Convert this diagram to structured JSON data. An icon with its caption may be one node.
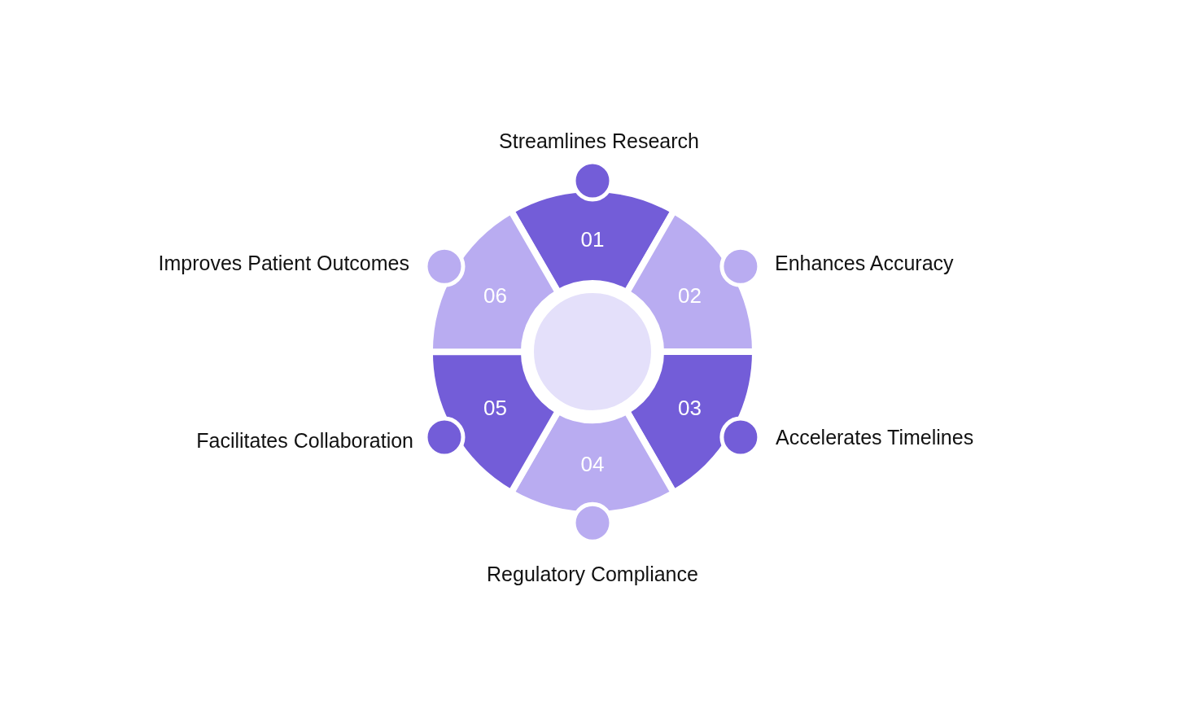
{
  "diagram": {
    "nodes": [
      {
        "text": [],
        "shape": "circle"
      },
      {
        "text": [
          "01"
        ],
        "beside": [
          "Streamlines Research"
        ]
      },
      {
        "text": [
          "02"
        ],
        "beside": [
          "Enhances Accuracy"
        ]
      },
      {
        "text": [
          "03"
        ],
        "beside": [
          "Accelerates Timelines"
        ]
      },
      {
        "text": [
          "04"
        ],
        "beside": [
          "Regulatory Compliance"
        ]
      },
      {
        "text": [
          "05"
        ],
        "beside": [
          "Facilitates Collaboration"
        ]
      },
      {
        "text": [
          "06"
        ],
        "beside": [
          "Improves Patient Outcomes"
        ]
      }
    ],
    "edges": []
  }
}
